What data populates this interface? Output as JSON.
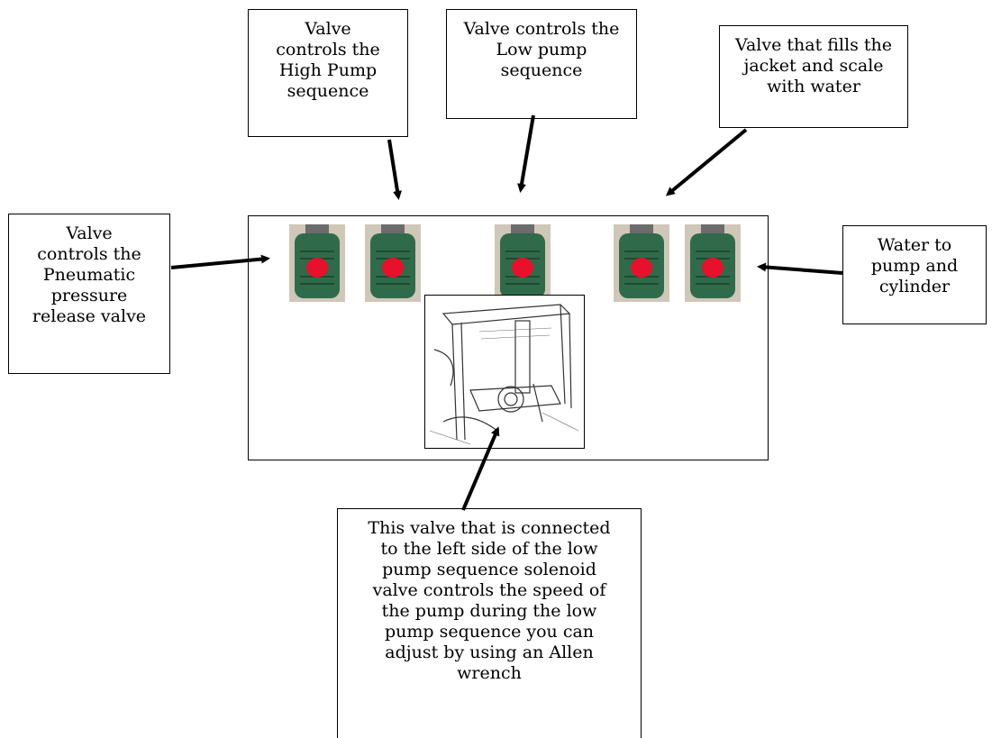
{
  "callouts": {
    "high_pump": "Valve\ncontrols the\nHigh Pump\nsequence",
    "low_pump": "Valve controls the\nLow pump\nsequence",
    "fill_jacket": "Valve that fills the\njacket and scale\nwith water",
    "pneumatic": "Valve\ncontrols the\nPneumatic\npressure\nrelease valve",
    "water_pump": "Water to\npump and\ncylinder",
    "speed_valve": "This valve that is connected\nto the left side of the low\npump sequence solenoid\nvalve controls the speed of\nthe pump during the low\npump sequence you can\nadjust by using an Allen\nwrench"
  },
  "colors": {
    "valve_body": "#2f6b4a",
    "valve_button": "#e8102a",
    "arrow": "#000000"
  },
  "icons": {
    "valve": "solenoid-valve-icon",
    "sketch": "needle-valve-sketch-icon"
  }
}
